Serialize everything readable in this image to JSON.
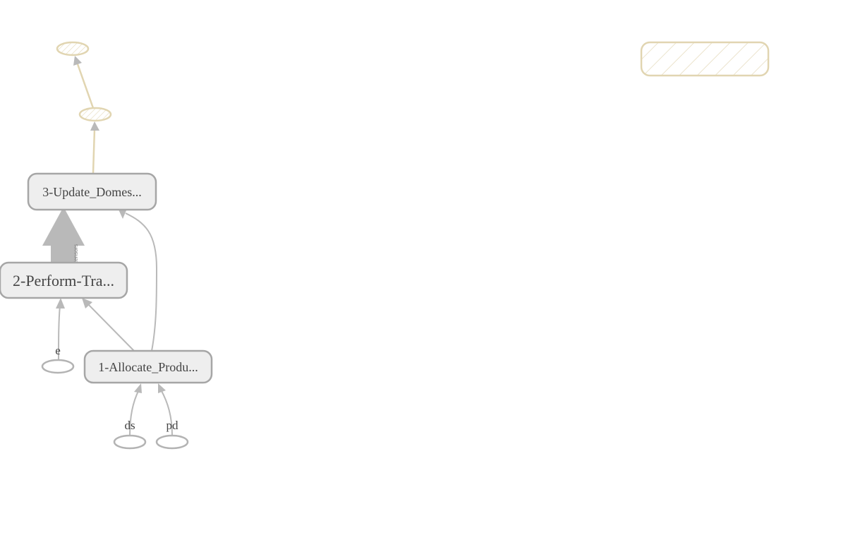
{
  "diagram": {
    "nodes": {
      "update": {
        "label": "3-Update_Domes..."
      },
      "perform": {
        "label": "2-Perform-Tra..."
      },
      "allocate": {
        "label": "1-Allocate_Produ..."
      }
    },
    "params": {
      "e": "e",
      "ds": "ds",
      "pd": "pd"
    },
    "edges": {
      "perform_to_update": "tensors"
    },
    "colors": {
      "node_fill": "#eeeeee",
      "node_stroke": "#a6a6a6",
      "edge": "#b9b9b9",
      "future": "#e1d5b1",
      "hatch": "#e4d9b9",
      "text": "#444444"
    }
  }
}
